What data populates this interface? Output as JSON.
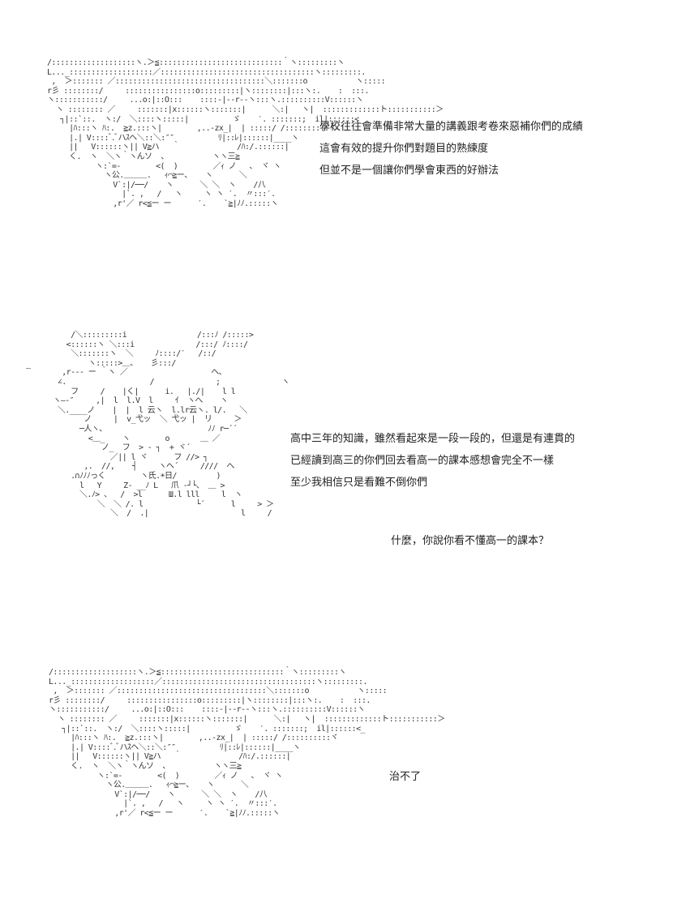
{
  "panels": [
    {
      "art": "/:::::::::::::::::::ヽ.＞≦::::::::::::::::::::::::::::｀ヽ:::::::::ヽ\nL..._:::::::::::::::::::／:::::::::::::::::::::::::::::::::::ヽ:::::::::.\n ,  ＞::::::: ／::::::::::::::::::::::::::::::::::＼:::::::o           ヽ:::::\nr彡 ::::::::/     ::::::::::::::::o:::::::::|ヽ::::::::|:::ヽ:.    :  :::.\nヽ:::::::::::/     ...o:|::O:::    ::::-|--r--ヽ:::ヽ.::::::::::V::::::ヽ\n  ヽ :::::::: ／     :::::::|x::::::ヽ:::::::|      ＼:|   ヽ|  :::::::::::::ト:::::::::::＞\n   ┐|::`::.  ヽ:/  ＼::::ヽ:::::|          ゞ    ′. :::::::;  il|::::::<_\n     |ﾊ:::ヽ ﾊ:.  ≧z.:::ヽ|        ,..-zx_|  | :::::/ /::::::::::ヾ\n     |.| V::::ﾞ.ﾞハｽヘ＼::＼:″″          ﾘ|::ﾚ|::::::|____ヽ\n     ||   V::::::ヽ|| V≧ハ   ｀             /ﾊ:/.::::::|\n     く.  ヽ  ＼ヽ｀ヽんソ  、          ヽヽ三≧\n           ヽ:`=-        <(  )        ／ｨ ノ   、 ヾ ヽ\n             ヽ公.＿＿＿.   ｨ⌒≧ー、   ヽ      ＼\n               V`:|/──/    ヽ      ＼ ＼  ヽ    /八\n                 |`. ,   /   ヽ     ヽ ヽ ′.  〃:::′.\n               ,r'／ r<≦ー ー      ′.    `≧|ﾉﾉ.:::::ヽ",
      "lines": [
        "學校往往會準備非常大量的講義跟考卷來惡補你們的成績",
        "這會有效的提升你們對題目的熟練度",
        "但並不是一個讓你們學會東西的好辦法"
      ]
    },
    {
      "art": "     /＼:::::::::i                /:::ﾉ /:::::>\n    <::::::ヽ ＼:::i              /:::/ ﾉ::::/\n     ＼:::::::ヽ  ＼     ﾉ::::/′   /::/\n         ヽ:::::>＿、   彡:::/\n   ,r‐‐‐ ー ｀ヽ ／                   へ、\n  ∠.                   /              ;              ヽ\n     フ     /    |く|      i.   |./|    l l\n ヽ―‐″     ,|  l  l.V  l     ｲ  ヽへ    ヽ\n  ＼.____ノ    |  |  l 云ヽ  l.lr云ヽ. l/.   ＼\n        ノ     |  v_弋ッ  ＼ 弋ッ |  リ     ＞\n       ─人ヽ、                       ﾉﾉ r─´´\n         <＿_    ヽ        o       ＿ ／  \n            ノ_  フ  > - ┐  + ヾ´\n              ／|| l ヾ      フ //> ┐\n        ,.  //,    ┤     ヽヘ´     ////  へ\n     .∩ﾉﾉﾉっく        ヽ氏.☀日/         )\n       l   Y     Z- __ﾉ L   爪 -┘└、 ＿ >\n       ＼.ﾉ> 、  /  >l      Ш.l lll     l  ヽ\n           ＼  ＼ /. l            └´      l     > ＞\n              ＼  /  .|                     l     /",
      "lines": [
        "高中三年的知識，雖然看起來是一段一段的，但還是有連貫的",
        "已經讀到高三的你們回去看高一的課本感想會完全不一樣",
        "至少我相信只是看難不倒你們"
      ],
      "reply": "什麼，你說你看不懂高一的課本？"
    },
    {
      "art": "/:::::::::::::::::::ヽ.＞≦::::::::::::::::::::::::::::｀ヽ:::::::::ヽ\nL..._:::::::::::::::::::／:::::::::::::::::::::::::::::::::::ヽ:::::::::.\n ,  ＞::::::: ／::::::::::::::::::::::::::::::::::＼:::::::o           ヽ:::::\nr彡 ::::::::/     ::::::::::::::::o:::::::::|ヽ::::::::|:::ヽ:.    :  :::.\nヽ:::::::::::/     ...o:|::O:::    ::::-|--r--ヽ:::ヽ.::::::::::V::::::ヽ\n  ヽ :::::::: ／     :::::::|x::::::ヽ:::::::|      ＼:|   ヽ|  :::::::::::::ト:::::::::::＞\n   ┐|::`::.  ヽ:/  ＼::::ヽ:::::|          ゞ    ′. :::::::;  il|::::::<_\n     |ﾊ:::ヽ ﾊ:.  ≧z.:::ヽ|        ,..-zx_|  | :::::/ /::::::::::ヾ\n     |.| V::::ﾞ.ﾞハｽヘ＼::＼:″″          ﾘ|::ﾚ|::::::|____ヽ\n     ||   V::::::ヽ|| V≧ハ   ｀             /ﾊ:/.::::::|\n     く.  ヽ  ＼ヽ｀ヽんソ  、          ヽヽ三≧\n           ヽ:`=-        <(  )        ／ｨ ノ   、 ヾ ヽ\n             ヽ公.＿＿＿.   ｨ⌒≧ー、   ヽ      ＼\n               V`:|/──/    ヽ      ＼ ＼  ヽ    /八\n                 |`. ,   /   ヽ     ヽ ヽ ′.  〃:::′.\n               ,r'／ r<≦ー ー      ′.    `≧|ﾉﾉ.:::::ヽ",
      "lines": [
        "治不了"
      ]
    }
  ]
}
